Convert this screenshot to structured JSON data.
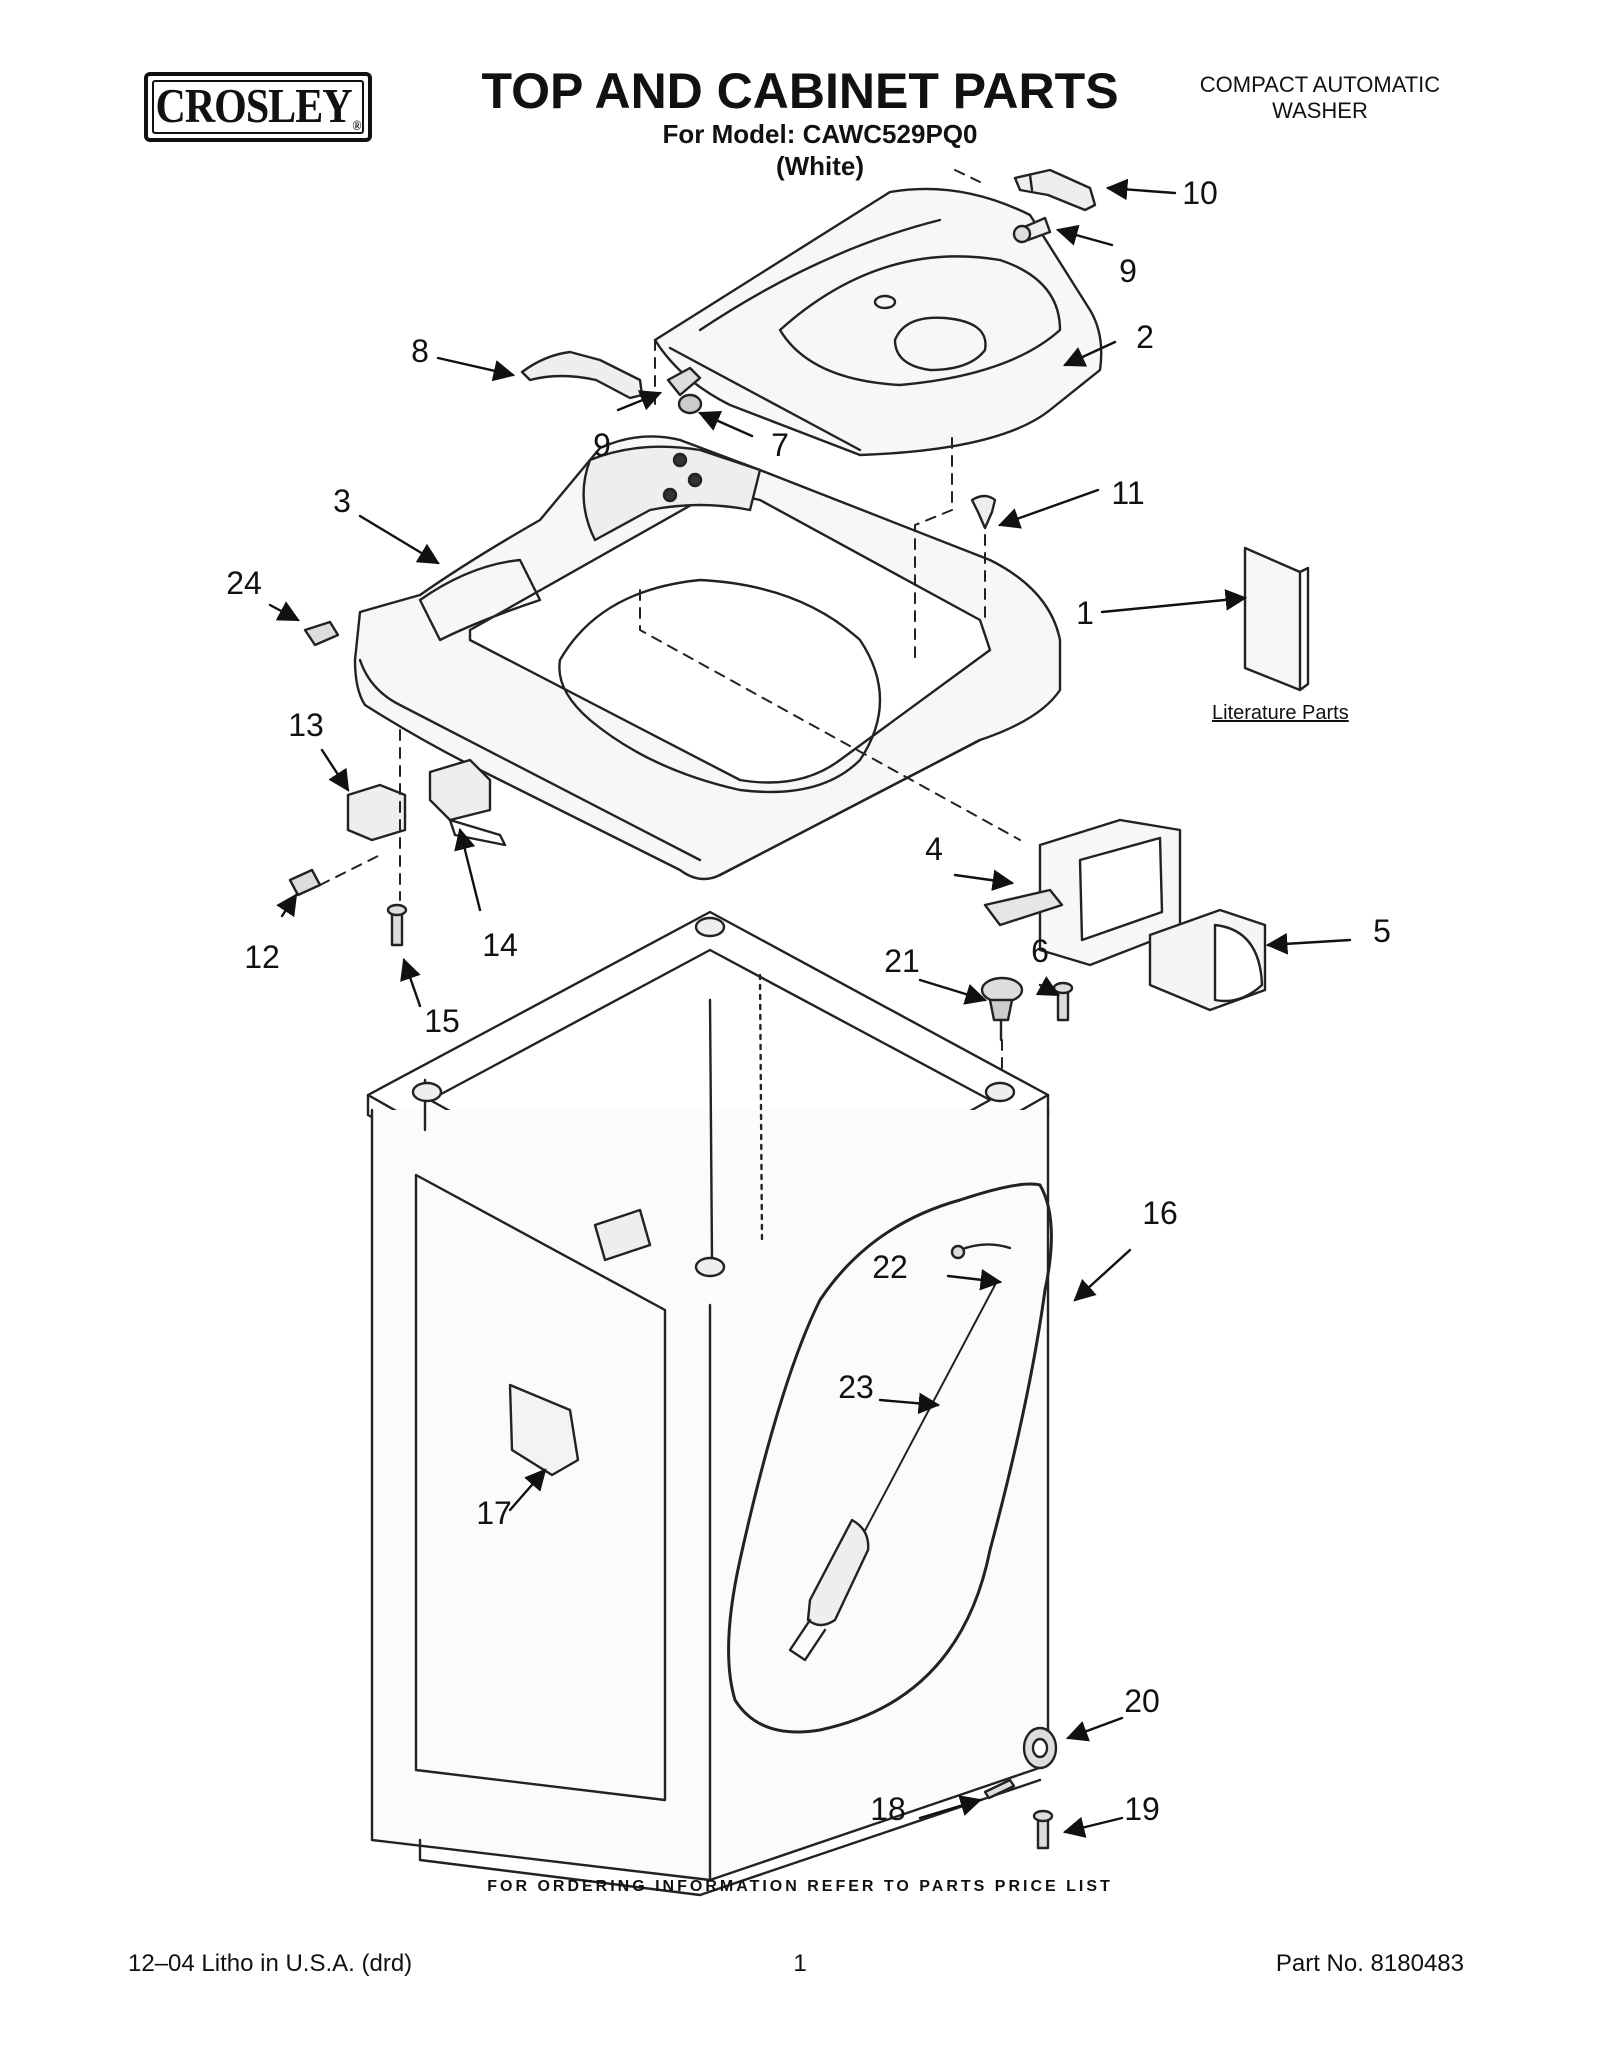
{
  "header": {
    "brand": "CROSLEY",
    "title": "TOP AND CABINET PARTS",
    "model_line": "For Model: CAWC529PQ0",
    "color_line": "(White)",
    "category_line1": "COMPACT AUTOMATIC",
    "category_line2": "WASHER"
  },
  "callouts": {
    "c1": "1",
    "c2": "2",
    "c3": "3",
    "c4": "4",
    "c5": "5",
    "c6": "6",
    "c7": "7",
    "c8": "8",
    "c9a": "9",
    "c9b": "9",
    "c10": "10",
    "c11": "11",
    "c12": "12",
    "c13": "13",
    "c14": "14",
    "c15": "15",
    "c16": "16",
    "c17": "17",
    "c18": "18",
    "c19": "19",
    "c20": "20",
    "c21": "21",
    "c22": "22",
    "c23": "23",
    "c24": "24"
  },
  "literature_caption": "Literature Parts",
  "ordering_note": "FOR ORDERING INFORMATION REFER TO PARTS PRICE LIST",
  "footer": {
    "left": "12–04 Litho in U.S.A. (drd)",
    "page_number": "1",
    "part_number": "Part No. 8180483"
  }
}
